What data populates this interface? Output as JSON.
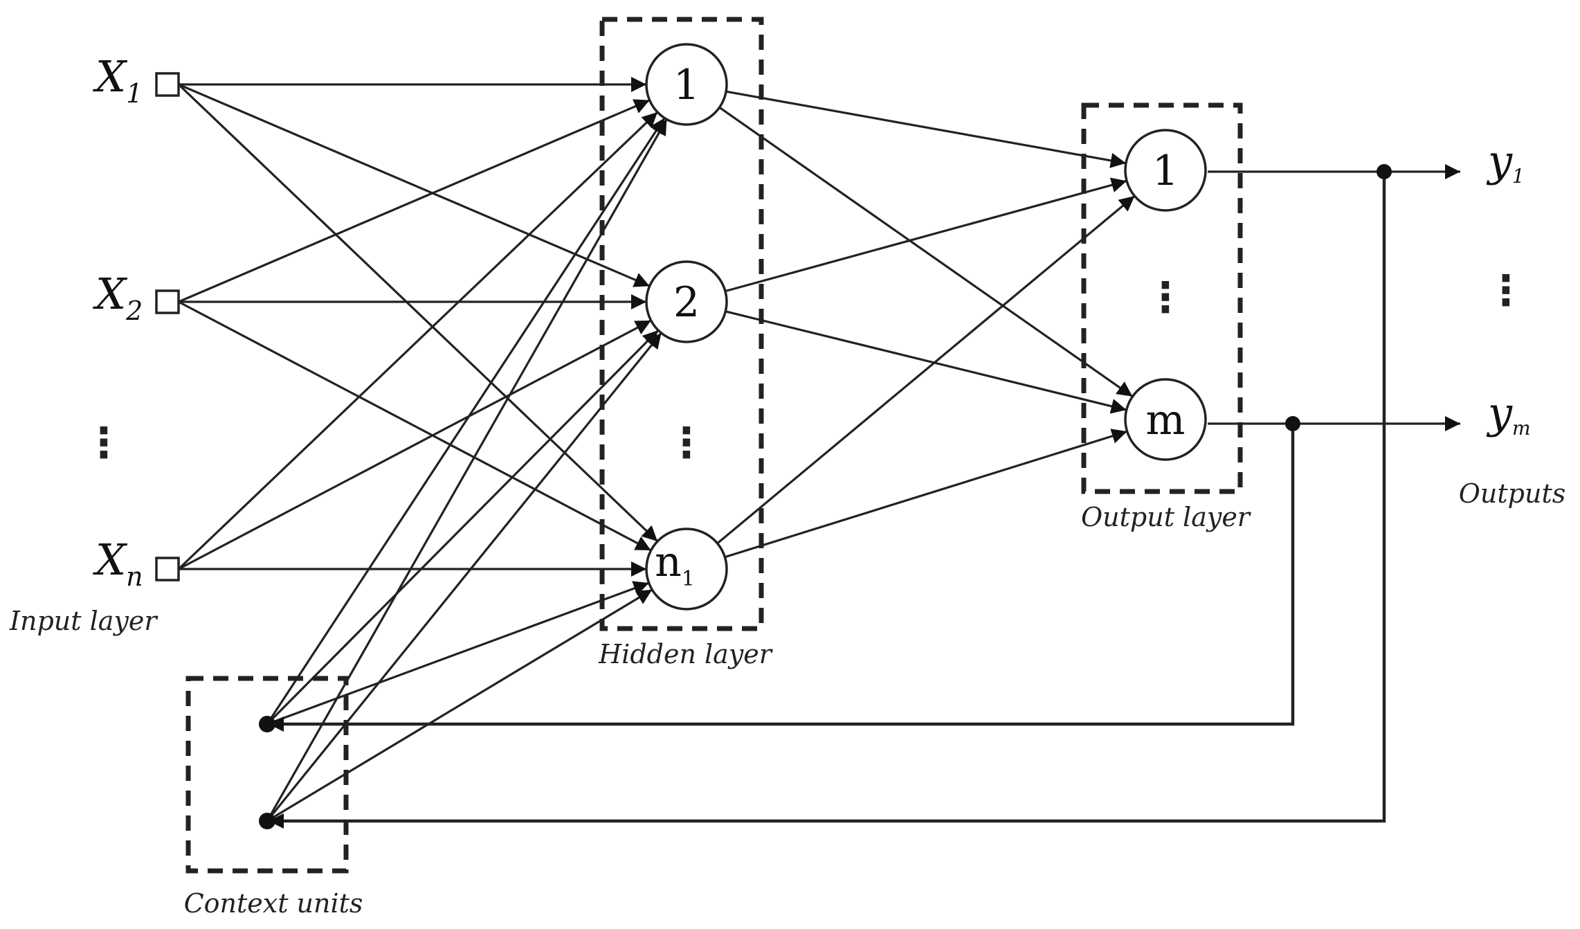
{
  "inputs": {
    "x1": {
      "symbol": "X",
      "sub": "1"
    },
    "x2": {
      "symbol": "X",
      "sub": "2"
    },
    "xn": {
      "symbol": "X",
      "sub": "n"
    },
    "ellipsis": "⋮"
  },
  "hidden": {
    "node1": "1",
    "node2": "2",
    "noden": {
      "main": "n",
      "sub": "1"
    },
    "ellipsis": "⋮"
  },
  "output": {
    "node1": "1",
    "nodem": "m",
    "ellipsis": "⋮"
  },
  "outputs": {
    "y1": {
      "symbol": "y",
      "sub": "1"
    },
    "ym": {
      "symbol": "y",
      "sub": "m"
    },
    "ellipsis": "⋮"
  },
  "labels": {
    "input_layer": "Input layer",
    "hidden_layer": "Hidden layer",
    "output_layer": "Output layer",
    "outputs": "Outputs",
    "context_units": "Context units"
  },
  "colors": {
    "stroke": "#222222",
    "background": "#ffffff"
  }
}
